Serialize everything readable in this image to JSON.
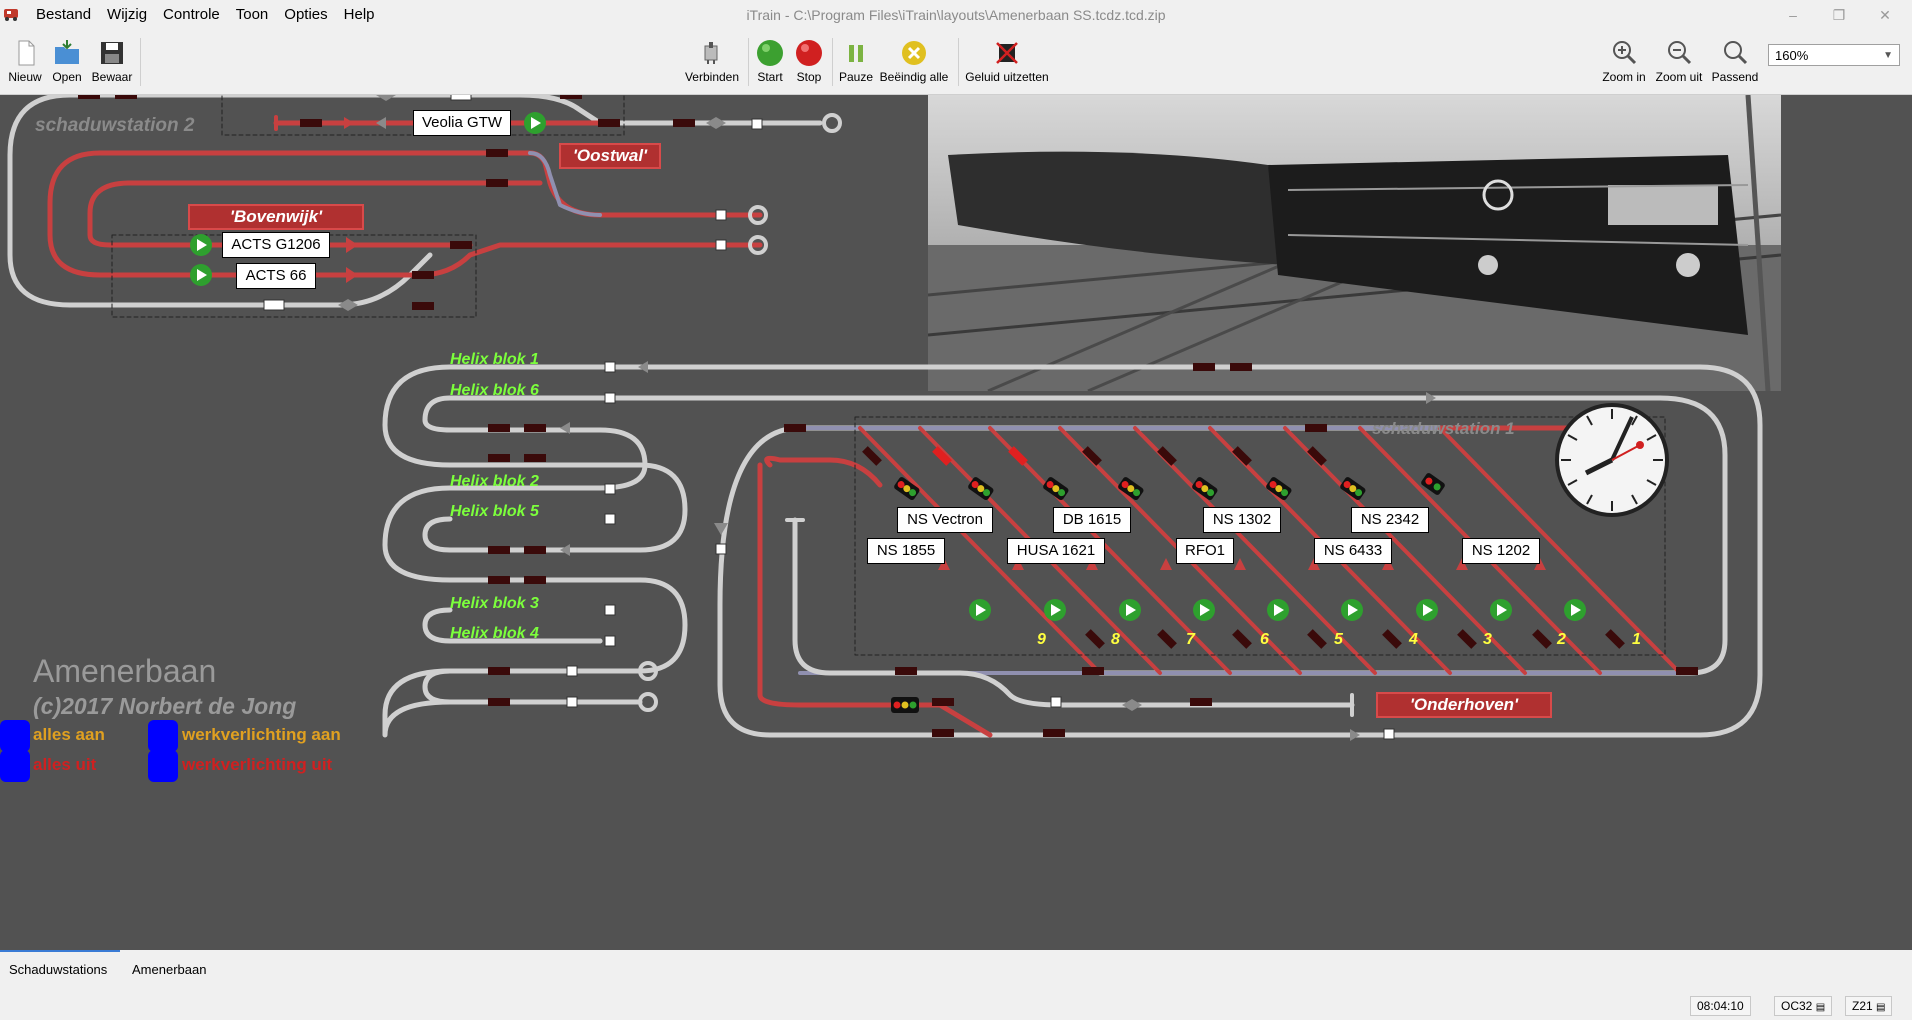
{
  "window": {
    "title": "iTrain - C:\\Program Files\\iTrain\\layouts\\Amenerbaan SS.tcdz.tcd.zip"
  },
  "menu": [
    "Bestand",
    "Wijzig",
    "Controle",
    "Toon",
    "Opties",
    "Help"
  ],
  "toolbar": {
    "nieuw": "Nieuw",
    "open": "Open",
    "bewaar": "Bewaar",
    "verbinden": "Verbinden",
    "start": "Start",
    "stop": "Stop",
    "pauze": "Pauze",
    "beeindig": "Beëindig alle",
    "geluid": "Geluid uitzetten",
    "zoom_in": "Zoom in",
    "zoom_uit": "Zoom uit",
    "passend": "Passend",
    "zoom_value": "160%"
  },
  "layout": {
    "station2_label": "schaduwstation 2",
    "station1_label": "schaduwstation 1",
    "oostwal": "'Oostwal'",
    "bovenwijk": "'Bovenwijk'",
    "onderhoven": "'Onderhoven'",
    "trains": {
      "veolia": "Veolia GTW",
      "acts_g1206": "ACTS G1206",
      "acts_66": "ACTS 66",
      "ns_vectron": "NS Vectron",
      "db_1615": "DB 1615",
      "ns_1302": "NS 1302",
      "ns_2342": "NS 2342",
      "ns_1855": "NS 1855",
      "husa_1621": "HUSA 1621",
      "rfo1": "RFO1",
      "ns_6433": "NS 6433",
      "ns_1202": "NS 1202"
    },
    "helix": [
      "Helix blok 1",
      "Helix blok 6",
      "Helix blok 2",
      "Helix blok 5",
      "Helix blok 3",
      "Helix blok 4"
    ],
    "track_numbers": [
      "9",
      "8",
      "7",
      "6",
      "5",
      "4",
      "3",
      "2",
      "1"
    ],
    "footer_title": "Amenerbaan",
    "footer_copyright": "(c)2017 Norbert de Jong",
    "alles_aan": "alles aan",
    "alles_uit": "alles uit",
    "werk_aan": "werkverlichting aan",
    "werk_uit": "werkverlichting uit"
  },
  "tabs": [
    "Schaduwstations",
    "Amenerbaan"
  ],
  "status": {
    "time": "08:04:10",
    "oc32": "OC32",
    "z21": "Z21"
  },
  "colors": {
    "canvas": "#525252",
    "track_grey": "#d0d0d0",
    "track_red": "#c84040",
    "helix_green": "#7cff3c",
    "number_yellow": "#ffff40",
    "label_red": "#b03030",
    "button_blue": "#0000ff"
  }
}
